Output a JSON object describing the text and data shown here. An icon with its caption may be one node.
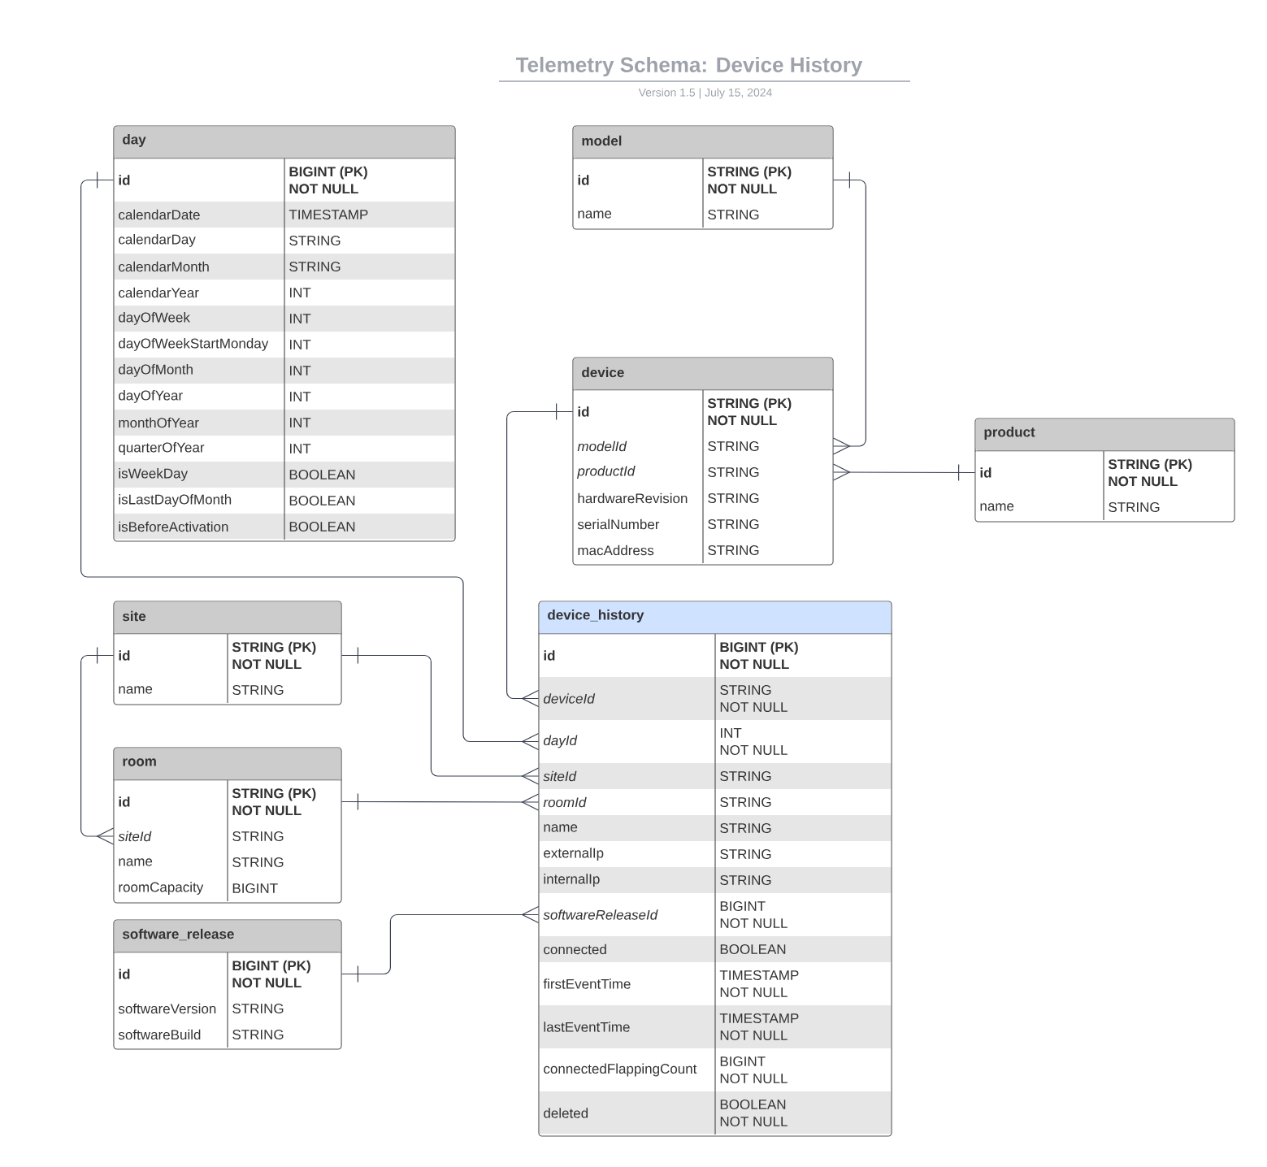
{
  "diagram": {
    "title": "Telemetry Schema: Device History",
    "nodes": [
      {
        "text": [
          "day"
        ]
      },
      {
        "text": [
          "id",
          "BIGINT (PK)",
          "NOT NULL"
        ],
        "in": 0
      },
      {
        "text": [
          "calendarDate",
          "TIMESTAMP"
        ],
        "in": 0
      },
      {
        "text": [
          "calendarDay",
          "STRING"
        ],
        "in": 0
      },
      {
        "text": [
          "calendarMonth",
          "STRING"
        ],
        "in": 0
      },
      {
        "text": [
          "calendarYear",
          "INT"
        ],
        "in": 0
      },
      {
        "text": [
          "dayOfWeek",
          "INT"
        ],
        "in": 0
      },
      {
        "text": [
          "dayOfWeekStartMonday",
          "INT"
        ],
        "in": 0
      },
      {
        "text": [
          "dayOfMonth",
          "INT"
        ],
        "in": 0
      },
      {
        "text": [
          "dayOfYear",
          "INT"
        ],
        "in": 0
      },
      {
        "text": [
          "monthOfYear",
          "INT"
        ],
        "in": 0
      },
      {
        "text": [
          "quarterOfYear",
          "INT"
        ],
        "in": 0
      },
      {
        "text": [
          "isWeekDay",
          "BOOLEAN"
        ],
        "in": 0
      },
      {
        "text": [
          "isLastDayOfMonth",
          "BOOLEAN"
        ],
        "in": 0
      },
      {
        "text": [
          "isBeforeActivation",
          "BOOLEAN"
        ],
        "in": 0
      },
      {
        "text": [
          "model"
        ]
      },
      {
        "text": [
          "id",
          "STRING (PK)",
          "NOT NULL"
        ],
        "in": 15
      },
      {
        "text": [
          "name",
          "STRING"
        ],
        "in": 15
      },
      {
        "text": [
          "device"
        ]
      },
      {
        "text": [
          "id",
          "STRING (PK)",
          "NOT NULL"
        ],
        "in": 18
      },
      {
        "text": [
          "modelId",
          "STRING"
        ],
        "in": 18
      },
      {
        "text": [
          "productId",
          "STRING"
        ],
        "in": 18
      },
      {
        "text": [
          "hardwareRevision",
          "STRING"
        ],
        "in": 18
      },
      {
        "text": [
          "serialNumber",
          "STRING"
        ],
        "in": 18
      },
      {
        "text": [
          "macAddress",
          "STRING"
        ],
        "in": 18
      },
      {
        "text": [
          "product"
        ]
      },
      {
        "text": [
          "id",
          "STRING (PK)",
          "NOT NULL"
        ],
        "in": 25
      },
      {
        "text": [
          "name",
          "STRING"
        ],
        "in": 25
      },
      {
        "text": [
          "site"
        ]
      },
      {
        "text": [
          "id",
          "STRING (PK)",
          "NOT NULL"
        ],
        "in": 28
      },
      {
        "text": [
          "name",
          "STRING"
        ],
        "in": 28
      },
      {
        "text": [
          "room"
        ]
      },
      {
        "text": [
          "id",
          "STRING (PK)",
          "NOT NULL"
        ],
        "in": 31
      },
      {
        "text": [
          "siteId",
          "STRING"
        ],
        "in": 31
      },
      {
        "text": [
          "name",
          "STRING"
        ],
        "in": 31
      },
      {
        "text": [
          "roomCapacity",
          "BIGINT"
        ],
        "in": 31
      },
      {
        "text": [
          "software_release"
        ]
      },
      {
        "text": [
          "id",
          "BIGINT (PK)",
          "NOT NULL"
        ],
        "in": 36
      },
      {
        "text": [
          "softwareVersion",
          "STRING"
        ],
        "in": 36
      },
      {
        "text": [
          "softwareBuild",
          "STRING"
        ],
        "in": 36
      },
      {
        "text": [
          "device_history"
        ]
      },
      {
        "text": [
          "id",
          "BIGINT (PK)",
          "NOT NULL"
        ],
        "in": 40
      },
      {
        "text": [
          "deviceId",
          "STRING",
          "NOT NULL"
        ],
        "in": 40
      },
      {
        "text": [
          "dayId",
          "INT",
          "NOT NULL"
        ],
        "in": 40
      },
      {
        "text": [
          "siteId",
          "STRING"
        ],
        "in": 40
      },
      {
        "text": [
          "roomId",
          "STRING"
        ],
        "in": 40
      },
      {
        "text": [
          "name",
          "STRING"
        ],
        "in": 40
      },
      {
        "text": [
          "externalIp",
          "STRING"
        ],
        "in": 40
      },
      {
        "text": [
          "internalIp",
          "STRING"
        ],
        "in": 40
      },
      {
        "text": [
          "softwareReleaseId",
          "BIGINT",
          "NOT NULL"
        ],
        "in": 40
      },
      {
        "text": [
          "connected",
          "BOOLEAN"
        ],
        "in": 40
      },
      {
        "text": [
          "firstEventTime",
          "TIMESTAMP",
          "NOT NULL"
        ],
        "in": 40
      },
      {
        "text": [
          "lastEventTime",
          "TIMESTAMP",
          "NOT NULL"
        ],
        "in": 40
      },
      {
        "text": [
          "connectedFlappingCount",
          "BIGINT",
          "NOT NULL"
        ],
        "in": 40
      },
      {
        "text": [
          "deleted",
          "BOOLEAN",
          "NOT NULL"
        ],
        "in": 40
      }
    ],
    "edges": [
      {
        "from": 1,
        "to": 43,
        "arrow": "other"
      },
      {
        "from": 16,
        "to": 20,
        "arrow": "other"
      },
      {
        "from": 26,
        "to": 21,
        "arrow": "other"
      },
      {
        "from": 19,
        "to": 42,
        "arrow": "other"
      },
      {
        "from": 29,
        "to": 44,
        "arrow": "other"
      },
      {
        "from": 29,
        "to": 33,
        "arrow": "other"
      },
      {
        "from": 32,
        "to": 45,
        "arrow": "other"
      },
      {
        "from": 37,
        "to": 49,
        "arrow": "other"
      }
    ],
    "labels": [
      "Version 1.5 | July 15, 2024"
    ]
  }
}
